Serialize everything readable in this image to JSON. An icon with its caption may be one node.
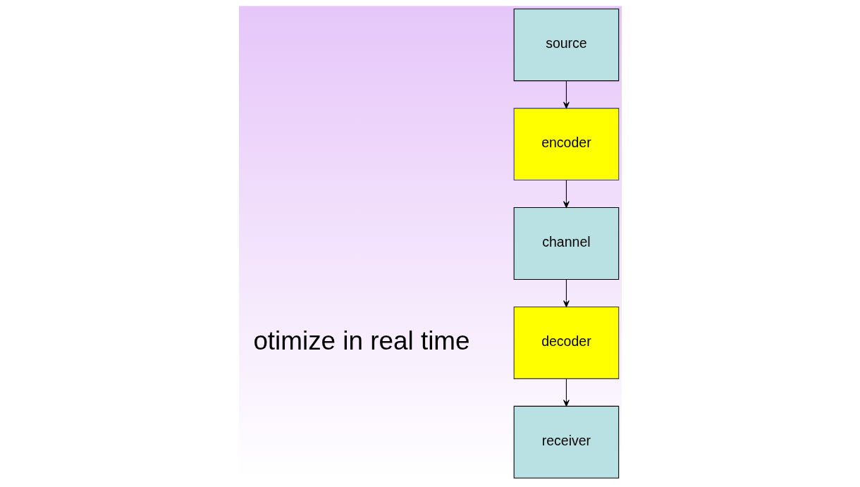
{
  "diagram": {
    "nodes": [
      {
        "text": [
          "source"
        ]
      },
      {
        "text": [
          "encoder"
        ]
      },
      {
        "text": [
          "channel"
        ]
      },
      {
        "text": [
          "decoder"
        ]
      },
      {
        "text": [
          "receiver"
        ]
      }
    ],
    "edges": [
      {
        "from": 0,
        "to": 1,
        "arrow": "to"
      },
      {
        "from": 1,
        "to": 2,
        "arrow": "to"
      },
      {
        "from": 2,
        "to": 3,
        "arrow": "to"
      },
      {
        "from": 3,
        "to": 4,
        "arrow": "to"
      }
    ],
    "labels": [
      "otimize in real time"
    ]
  }
}
